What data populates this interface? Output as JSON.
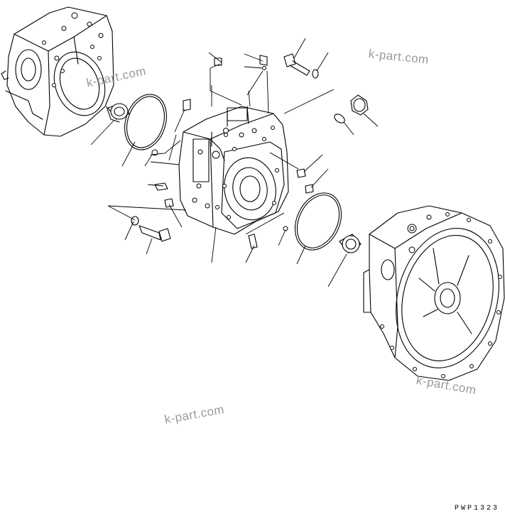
{
  "watermarks": [
    "k-part.com",
    "k-part.com",
    "k-part.com"
  ],
  "drawing_code": "PWP1323",
  "colors": {
    "line": "#000000",
    "watermark": "#9a9a9a",
    "background": "#ffffff"
  }
}
